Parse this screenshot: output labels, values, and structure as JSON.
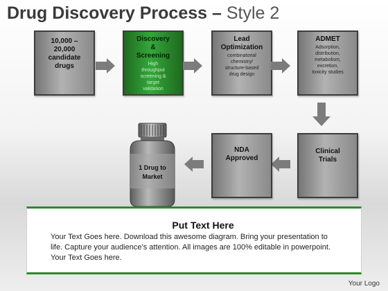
{
  "title": {
    "main": "Drug Discovery Process – ",
    "sub": "Style 2"
  },
  "steps": [
    {
      "head": "10,000 –\n20,000\ncandidate\ndrugs",
      "desc": ""
    },
    {
      "head": "Discovery\n&\nScreening",
      "desc": "High\nthroughput\nscreening &\ntarget\nvalidation"
    },
    {
      "head": "Lead\nOptimization",
      "desc": "combinatorial\nchemistry/\nstructure-based\ndrug design"
    },
    {
      "head": "ADMET",
      "desc": "Adsorption,\ndistribution,\nmetabolism,\nexcretion,\ntoxicity studies"
    },
    {
      "head": "Clinical\nTrials",
      "desc": ""
    },
    {
      "head": "NDA\nApproved",
      "desc": ""
    }
  ],
  "bottle": {
    "label": "1 Drug to\nMarket"
  },
  "panel": {
    "title": "Put Text Here",
    "lines": [
      "Your Text Goes here. Download this awesome diagram. Bring your presentation to",
      "life. Capture your audience’s attention. All images are 100% editable in powerpoint.",
      "Your Text Goes here."
    ]
  },
  "logo": "Your Logo",
  "colors": {
    "accent_green": "#2a8a2a",
    "box_gray": "#9e9e9e",
    "arrow_gray": "#7a7a7a"
  }
}
